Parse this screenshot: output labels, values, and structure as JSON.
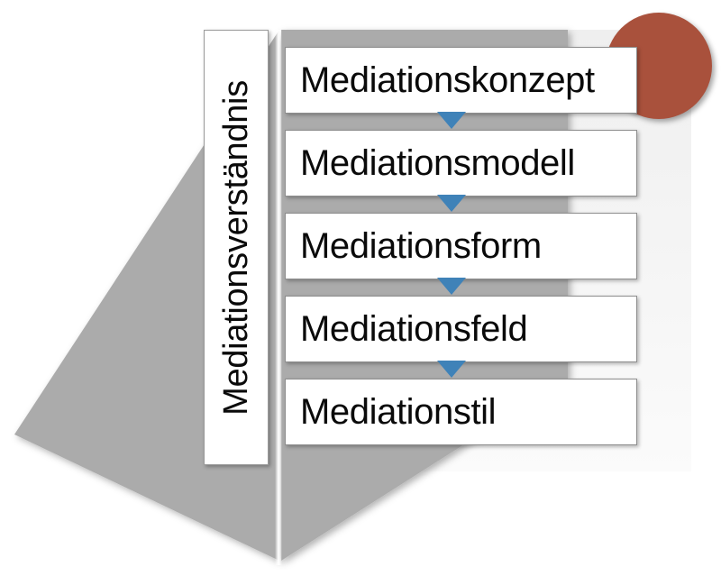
{
  "diagram": {
    "title": "Mediationsverständnis",
    "category_label": "Mediationsverständnis",
    "colors": {
      "funnel_gray": "#ababab",
      "accent_red": "#a9513c",
      "arrow_blue": "#3f82b8",
      "box_fill": "#ffffff",
      "box_border": "#8e8e8e",
      "panel_bg": "#f4f4f4"
    },
    "stages": [
      {
        "label": "Mediationskonzept"
      },
      {
        "label": "Mediationsmodell"
      },
      {
        "label": "Mediationsform"
      },
      {
        "label": "Mediationsfeld"
      },
      {
        "label": "Mediationstil"
      }
    ],
    "connectors": [
      {
        "name": "arrow-1"
      },
      {
        "name": "arrow-2"
      },
      {
        "name": "arrow-3"
      },
      {
        "name": "arrow-4"
      }
    ]
  }
}
